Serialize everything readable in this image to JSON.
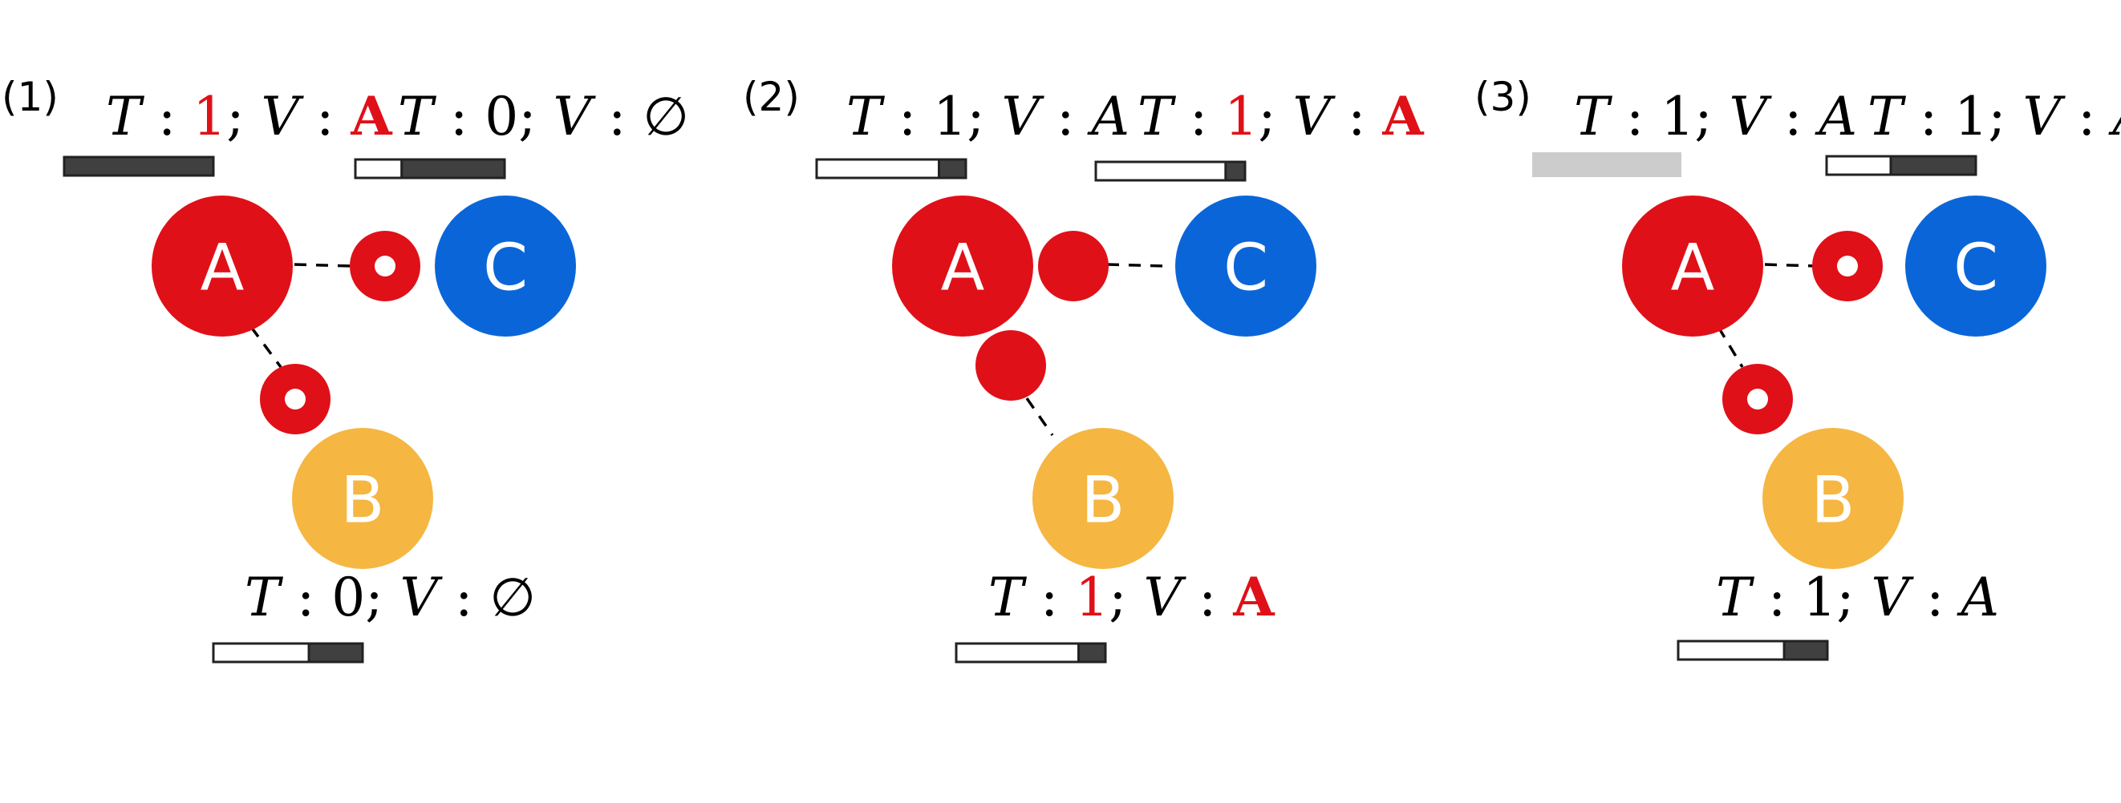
{
  "colors": {
    "A": "#e01018",
    "B": "#f5b642",
    "C": "#0a66d8",
    "highlight": "#e01018",
    "bar_filled": "#404040",
    "bar_empty": "#ffffff",
    "bar_depleted": "#cccccc"
  },
  "panels": [
    {
      "number": "(1)",
      "nodes": {
        "A": {
          "letter": "A",
          "label": {
            "t": "1",
            "v": "A",
            "t_highlight": true,
            "v_highlight": true,
            "v_bold": true
          },
          "bar_fill": 1.0
        },
        "B": {
          "letter": "B",
          "label": {
            "t": "0",
            "v": "∅",
            "t_highlight": false,
            "v_highlight": false
          },
          "bar_fill": 0.36
        },
        "C": {
          "letter": "C",
          "label": {
            "t": "0",
            "v": "∅",
            "t_highlight": false,
            "v_highlight": false
          },
          "bar_fill": 0.69
        }
      },
      "messages": [
        "ring",
        "ring"
      ]
    },
    {
      "number": "(2)",
      "nodes": {
        "A": {
          "letter": "A",
          "label": {
            "t": "1",
            "v": "A",
            "t_highlight": false,
            "v_highlight": false
          },
          "bar_fill": 0.18
        },
        "B": {
          "letter": "B",
          "label": {
            "t": "1",
            "v": "A",
            "t_highlight": true,
            "v_highlight": true,
            "v_bold": true
          },
          "bar_fill": 0.18
        },
        "C": {
          "letter": "C",
          "label": {
            "t": "1",
            "v": "A",
            "t_highlight": true,
            "v_highlight": true,
            "v_bold": true
          },
          "bar_fill": 0.13
        }
      },
      "messages": [
        "dot",
        "dot"
      ]
    },
    {
      "number": "(3)",
      "nodes": {
        "A": {
          "letter": "A",
          "label": {
            "t": "1",
            "v": "A",
            "t_highlight": false,
            "v_highlight": false
          },
          "bar_fill": 0.0,
          "bar_state": "depleted"
        },
        "B": {
          "letter": "B",
          "label": {
            "t": "1",
            "v": "A",
            "t_highlight": false,
            "v_highlight": false
          },
          "bar_fill": 0.29
        },
        "C": {
          "letter": "C",
          "label": {
            "t": "1",
            "v": "A",
            "t_highlight": false,
            "v_highlight": false
          },
          "bar_fill": 0.57
        }
      },
      "messages": [
        "ring",
        "ring"
      ]
    }
  ]
}
